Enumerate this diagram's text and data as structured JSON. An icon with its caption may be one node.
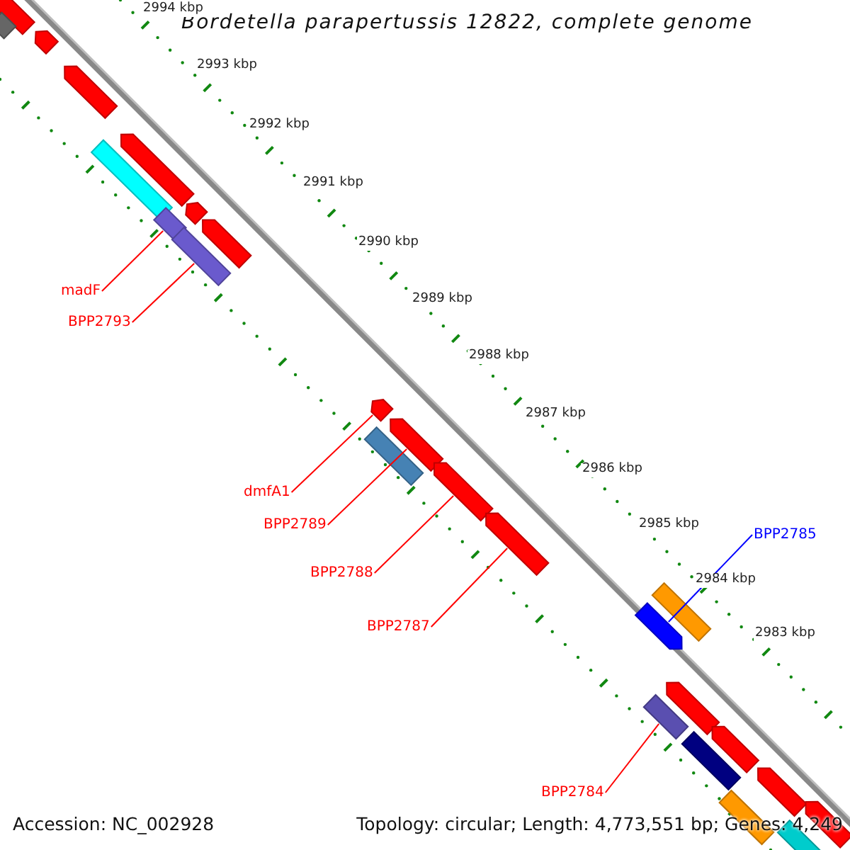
{
  "diagram": {
    "title": "Bordetella parapertussis 12822, complete genome",
    "nodes": [
      {
        "text": [
          "madF"
        ]
      },
      {
        "text": [
          "BPP2793"
        ]
      },
      {
        "text": [
          "dmfA1"
        ]
      },
      {
        "text": [
          "BPP2789"
        ]
      },
      {
        "text": [
          "BPP2788"
        ]
      },
      {
        "text": [
          "BPP2787"
        ]
      },
      {
        "text": [
          "BPP2785"
        ]
      },
      {
        "text": [
          "BPP2784"
        ]
      },
      {
        "text": [],
        "shape": "arrow"
      },
      {
        "text": [],
        "shape": "bar"
      },
      {
        "text": [],
        "shape": "arrow"
      },
      {
        "text": [],
        "shape": "arrow"
      },
      {
        "text": [],
        "shape": "bar"
      },
      {
        "text": [],
        "shape": "arrow"
      },
      {
        "text": [],
        "shape": "bar"
      },
      {
        "text": [],
        "shape": "arrow"
      },
      {
        "text": [],
        "shape": "bar"
      },
      {
        "text": [],
        "shape": "arrow"
      },
      {
        "text": [],
        "shape": "arrow"
      },
      {
        "text": [],
        "shape": "bar"
      },
      {
        "text": [],
        "shape": "arrow"
      },
      {
        "text": [],
        "shape": "arrow"
      },
      {
        "text": [],
        "shape": "arrow"
      },
      {
        "text": [],
        "shape": "bar"
      },
      {
        "text": [],
        "shape": "arrow"
      },
      {
        "text": [],
        "shape": "arrow"
      },
      {
        "text": [],
        "shape": "bar"
      },
      {
        "text": [],
        "shape": "arrow"
      },
      {
        "text": [],
        "shape": "bar"
      },
      {
        "text": [],
        "shape": "arrow"
      },
      {
        "text": [],
        "shape": "bar"
      },
      {
        "text": [],
        "shape": "arrow"
      },
      {
        "text": [],
        "shape": "bar"
      }
    ],
    "edges": [
      {
        "from": 0,
        "to": 14,
        "arrow": "none"
      },
      {
        "from": 1,
        "to": 16,
        "arrow": "none"
      },
      {
        "from": 2,
        "to": 18,
        "arrow": "none"
      },
      {
        "from": 3,
        "to": 20,
        "arrow": "none"
      },
      {
        "from": 4,
        "to": 21,
        "arrow": "none"
      },
      {
        "from": 5,
        "to": 22,
        "arrow": "none"
      },
      {
        "from": 6,
        "to": 24,
        "arrow": "none",
        "color": "#0000ff"
      },
      {
        "from": 7,
        "to": 26,
        "arrow": "none"
      }
    ],
    "labels": [
      "2994 kbp",
      "2993 kbp",
      "2992 kbp",
      "2991 kbp",
      "2990 kbp",
      "2989 kbp",
      "2988 kbp",
      "2987 kbp",
      "2986 kbp",
      "2985 kbp",
      "2984 kbp",
      "2983 kbp",
      "Accession: NC_002928",
      "Topology: circular; Length: 4,773,551 bp; Genes: 4,249"
    ]
  }
}
